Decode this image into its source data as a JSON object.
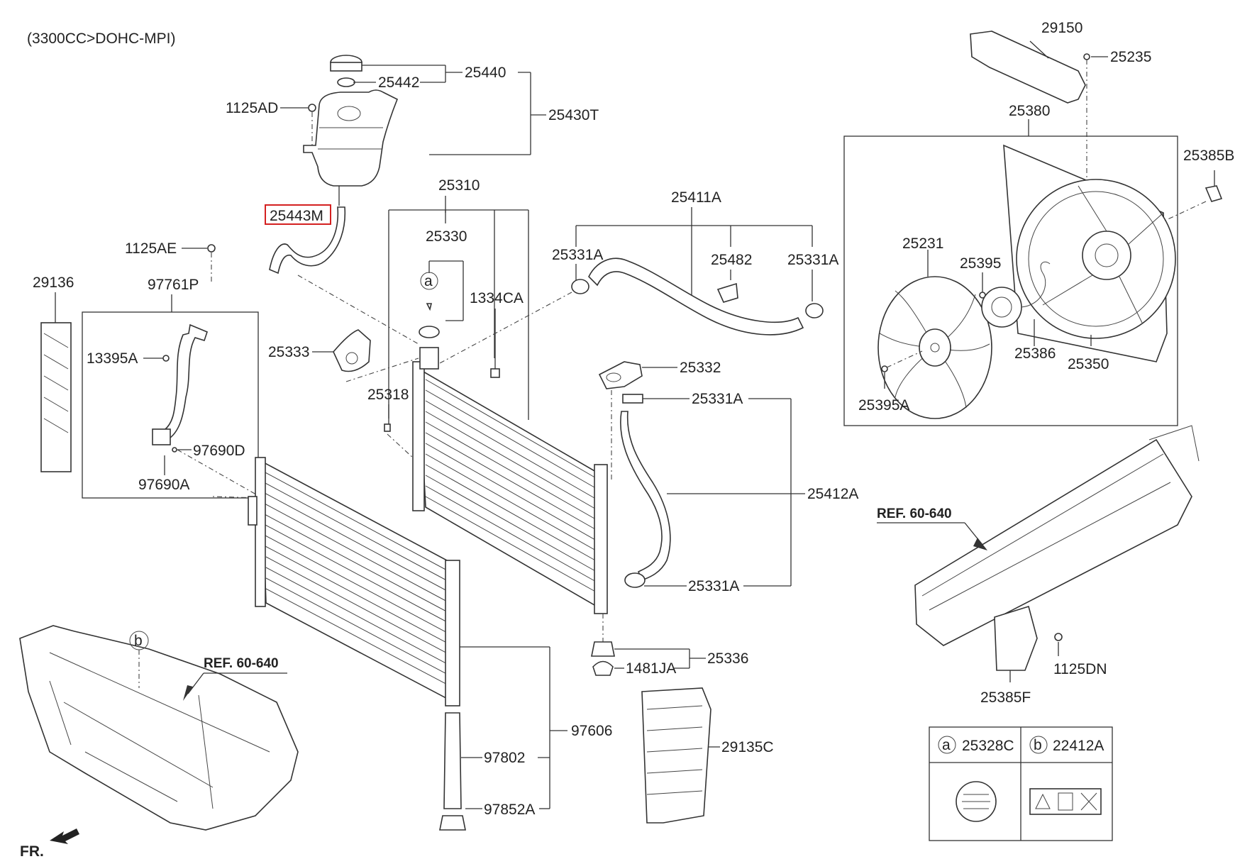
{
  "engine_label": "(3300CC>DOHC-MPI)",
  "orientation_label": "FR.",
  "highlight_color": "#d42020",
  "parts": {
    "p29150": "29150",
    "p25235": "25235",
    "p25380": "25380",
    "p25385B": "25385B",
    "p25231": "25231",
    "p25395": "25395",
    "p25386": "25386",
    "p25350": "25350",
    "p25395A": "25395A",
    "p25440": "25440",
    "p25442": "25442",
    "p1125AD": "1125AD",
    "p25430T": "25430T",
    "p25443M": "25443M",
    "p25310": "25310",
    "p25330": "25330",
    "p1334CA": "1334CA",
    "p25411A": "25411A",
    "p25331A_1": "25331A",
    "p25482": "25482",
    "p25331A_2": "25331A",
    "p1125AE": "1125AE",
    "p29136": "29136",
    "p97761P": "97761P",
    "p13395A": "13395A",
    "p97690D": "97690D",
    "p97690A": "97690A",
    "p25333": "25333",
    "p25318": "25318",
    "p25332": "25332",
    "p25331A_3": "25331A",
    "p25412A": "25412A",
    "p25331A_4": "25331A",
    "p25336": "25336",
    "p1481JA": "1481JA",
    "p97606": "97606",
    "p97802": "97802",
    "p97852A": "97852A",
    "p29135C": "29135C",
    "p1125DN": "1125DN",
    "p25385F": "25385F"
  },
  "refs": {
    "ref_right": "REF. 60-640",
    "ref_left": "REF. 60-640"
  },
  "callouts": {
    "a": "a",
    "b": "b"
  },
  "legend": {
    "a_key": "a",
    "a_part": "25328C",
    "b_key": "b",
    "b_part": "22412A"
  }
}
